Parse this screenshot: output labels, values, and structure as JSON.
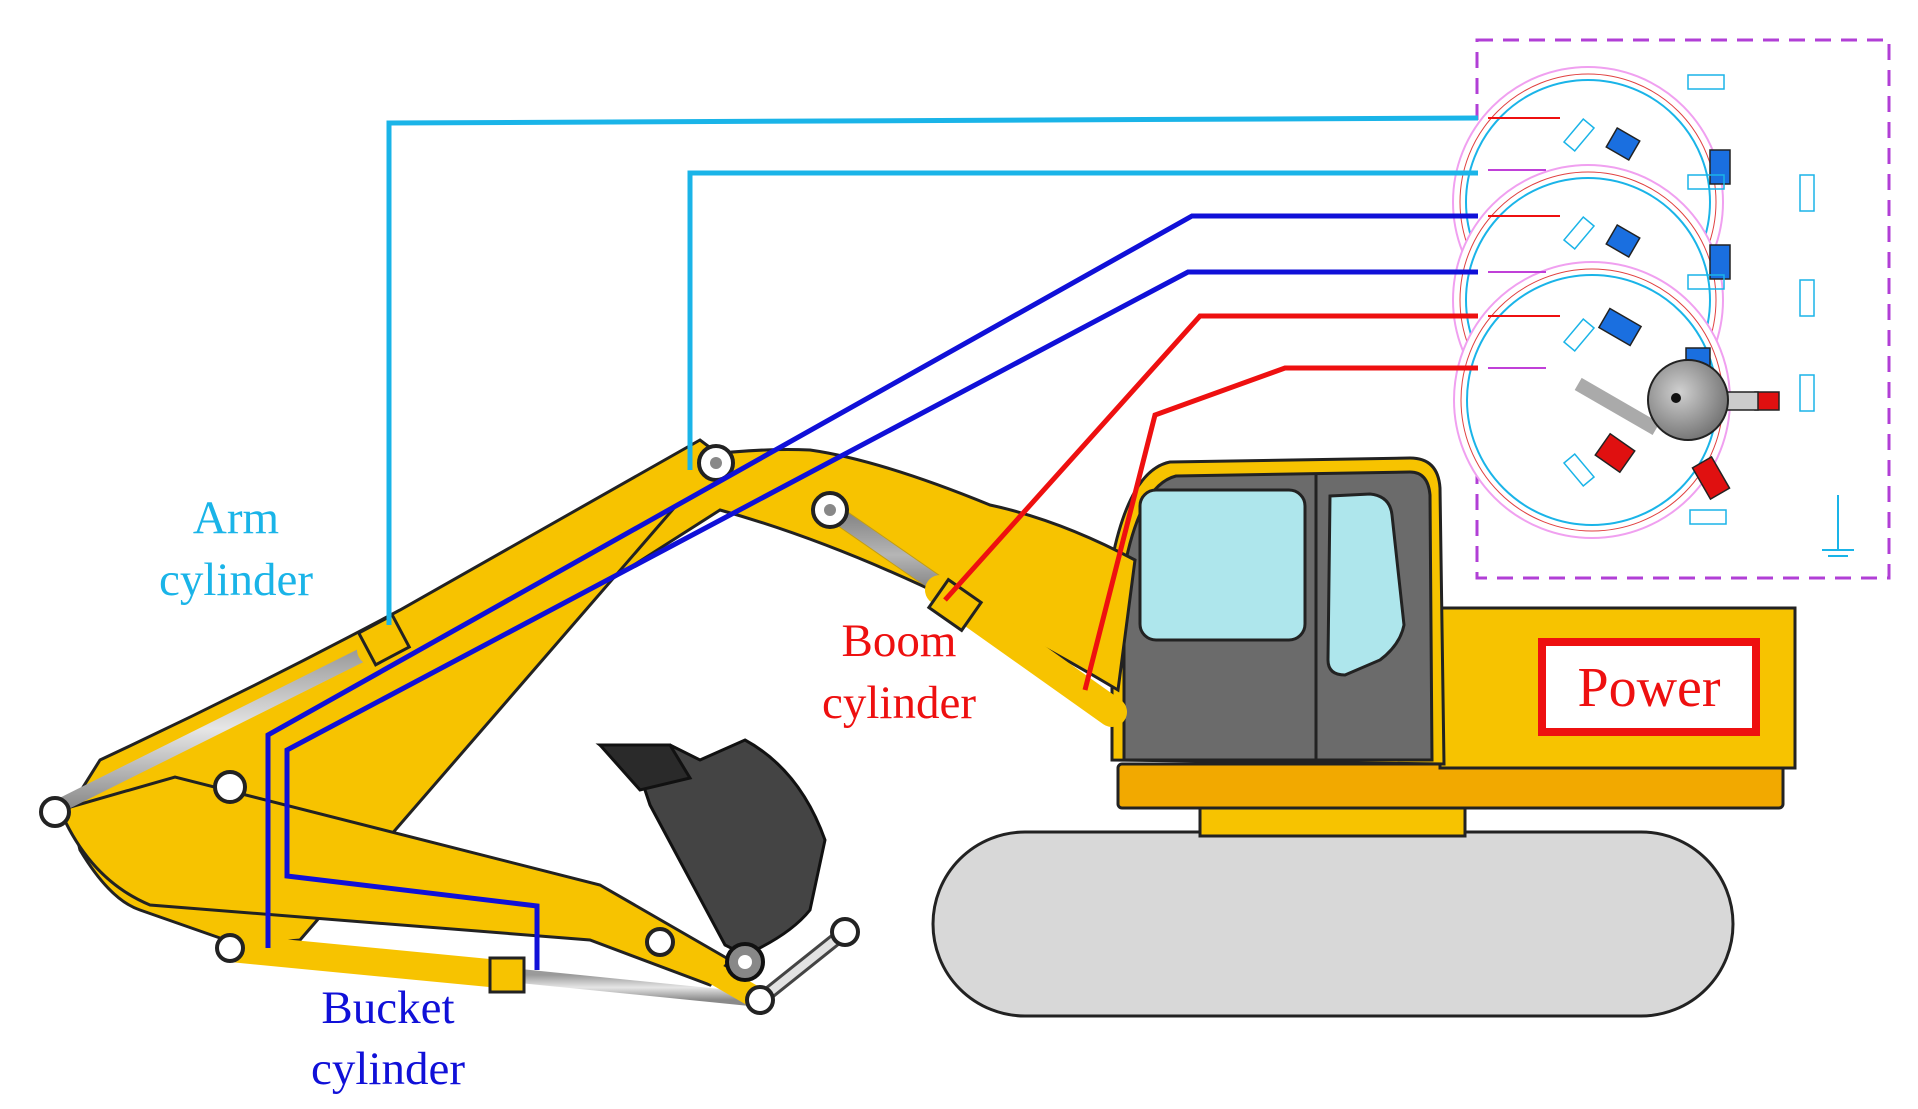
{
  "labels": {
    "arm_line1": "Arm",
    "arm_line2": "cylinder",
    "boom_line1": "Boom",
    "boom_line2": "cylinder",
    "bucket_line1": "Bucket",
    "bucket_line2": "cylinder",
    "power": "Power"
  },
  "colors": {
    "arm_line": "#1ab4e8",
    "bucket_line": "#1010d8",
    "boom_line": "#ee1010",
    "power_box": "#ee1010",
    "machine_yellow": "#f7c300",
    "pump_frame": "#b13fd6"
  }
}
